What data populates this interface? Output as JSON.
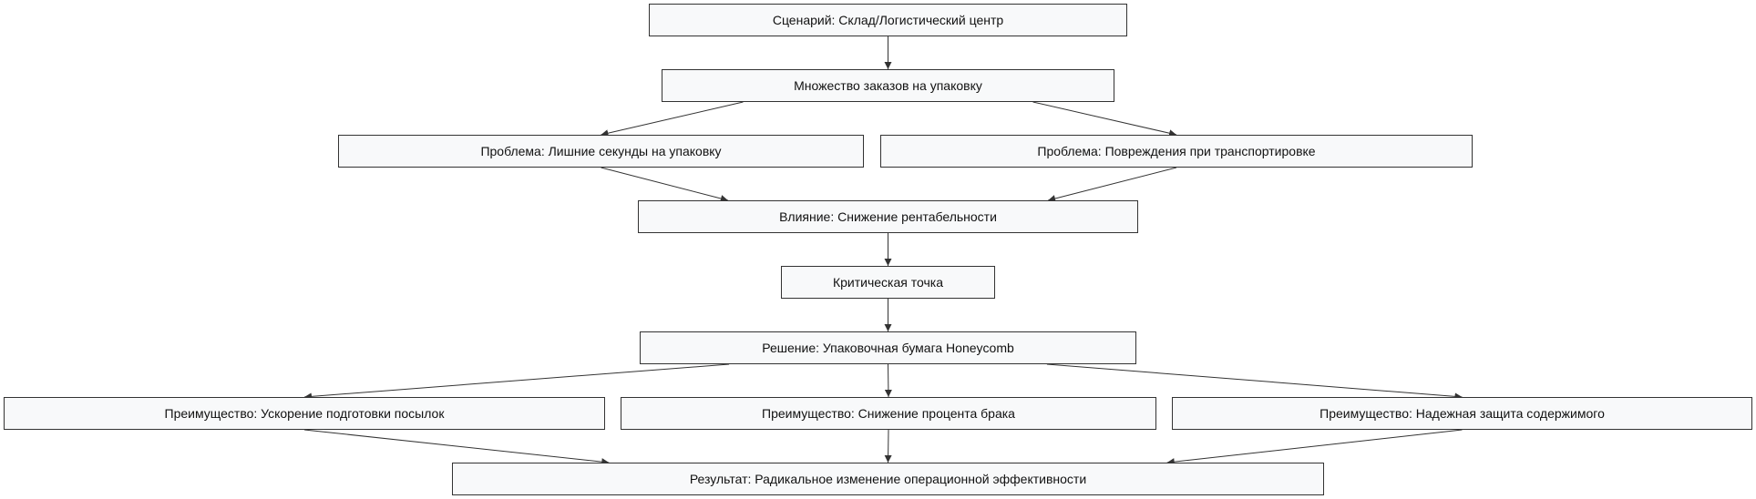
{
  "diagram": {
    "nodes": {
      "scenario": {
        "label": "Сценарий: Склад/Логистический центр"
      },
      "orders": {
        "label": "Множество заказов на упаковку"
      },
      "problem_time": {
        "label": "Проблема: Лишние секунды на упаковку"
      },
      "problem_damage": {
        "label": "Проблема: Повреждения при транспортировке"
      },
      "impact": {
        "label": "Влияние: Снижение рентабельности"
      },
      "critical": {
        "label": "Критическая точка"
      },
      "solution": {
        "label": "Решение: Упаковочная бумага Honeycomb"
      },
      "benefit_speed": {
        "label": "Преимущество: Ускорение подготовки посылок"
      },
      "benefit_defects": {
        "label": "Преимущество: Снижение процента брака"
      },
      "benefit_protection": {
        "label": "Преимущество: Надежная защита содержимого"
      },
      "result": {
        "label": "Результат: Радикальное изменение операционной эффективности"
      }
    },
    "edges": [
      [
        "scenario",
        "orders"
      ],
      [
        "orders",
        "problem_time"
      ],
      [
        "orders",
        "problem_damage"
      ],
      [
        "problem_time",
        "impact"
      ],
      [
        "problem_damage",
        "impact"
      ],
      [
        "impact",
        "critical"
      ],
      [
        "critical",
        "solution"
      ],
      [
        "solution",
        "benefit_speed"
      ],
      [
        "solution",
        "benefit_defects"
      ],
      [
        "solution",
        "benefit_protection"
      ],
      [
        "benefit_speed",
        "result"
      ],
      [
        "benefit_defects",
        "result"
      ],
      [
        "benefit_protection",
        "result"
      ]
    ],
    "colors": {
      "node_fill": "#f8f9fa",
      "node_border": "#333333",
      "edge": "#333333",
      "text": "#111111"
    }
  }
}
